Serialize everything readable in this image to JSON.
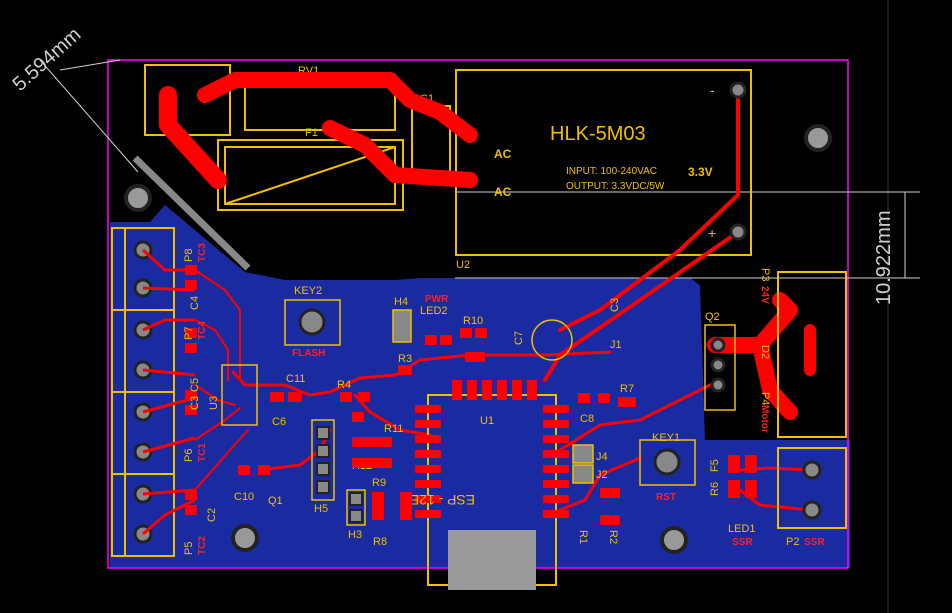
{
  "colors": {
    "background": "#000000",
    "board_outline": "#ff00ff",
    "silkscreen": "#f0c000",
    "top_copper": "#ff0000",
    "bottom_copper": "#1a2aa0",
    "pad": "#999999",
    "dimension": "#cfcfcf"
  },
  "dimensions": {
    "diag": "5.594mm",
    "vertical": "10.922mm"
  },
  "module": {
    "name": "HLK-5M03",
    "input": "INPUT: 100-240VAC",
    "voltage_tag": "3.3V",
    "output": "OUTPUT: 3.3VDC/5W",
    "ac1": "AC",
    "ac2": "AC",
    "minus": "-",
    "plus": "+",
    "ref": "U2"
  },
  "esp": {
    "ref": "U1",
    "label": "ESP - 12E"
  },
  "designators": {
    "rv1": "RV1",
    "f1": "F1",
    "c1": "C1",
    "key2": "KEY2",
    "flash": "FLASH",
    "h4": "H4",
    "pwr": "PWR",
    "led2": "LED2",
    "r10": "R10",
    "c7": "C7",
    "c3_top": "C3",
    "j1": "J1",
    "r3": "R3",
    "q2": "Q2",
    "d2": "D2",
    "p3": "P3",
    "p3_tag": "24V",
    "p4": "P4",
    "p4_tag": "Motor",
    "p8": "P8",
    "tc3": "TC3",
    "c4": "C4",
    "p7": "P7",
    "tc4": "TC4",
    "c5": "C5",
    "c3": "C3",
    "p6": "P6",
    "tc1": "TC1",
    "c2": "C2",
    "p5": "P5",
    "tc2": "TC2",
    "u3": "U3",
    "c11": "C11",
    "c6": "C6",
    "r4": "R4",
    "r11": "R11",
    "r12": "R12",
    "c10": "C10",
    "q1": "Q1",
    "h5": "H5",
    "r9": "R9",
    "h3": "H3",
    "r8": "R8",
    "r7": "R7",
    "c8": "C8",
    "j4": "J4",
    "j2": "J2",
    "key1": "KEY1",
    "rst": "RST",
    "r1": "R1",
    "r2": "R2",
    "f5": "F5",
    "r6": "R6",
    "led1": "LED1",
    "ssr": "SSR",
    "p2": "P2",
    "p2_tag": "SSR"
  }
}
